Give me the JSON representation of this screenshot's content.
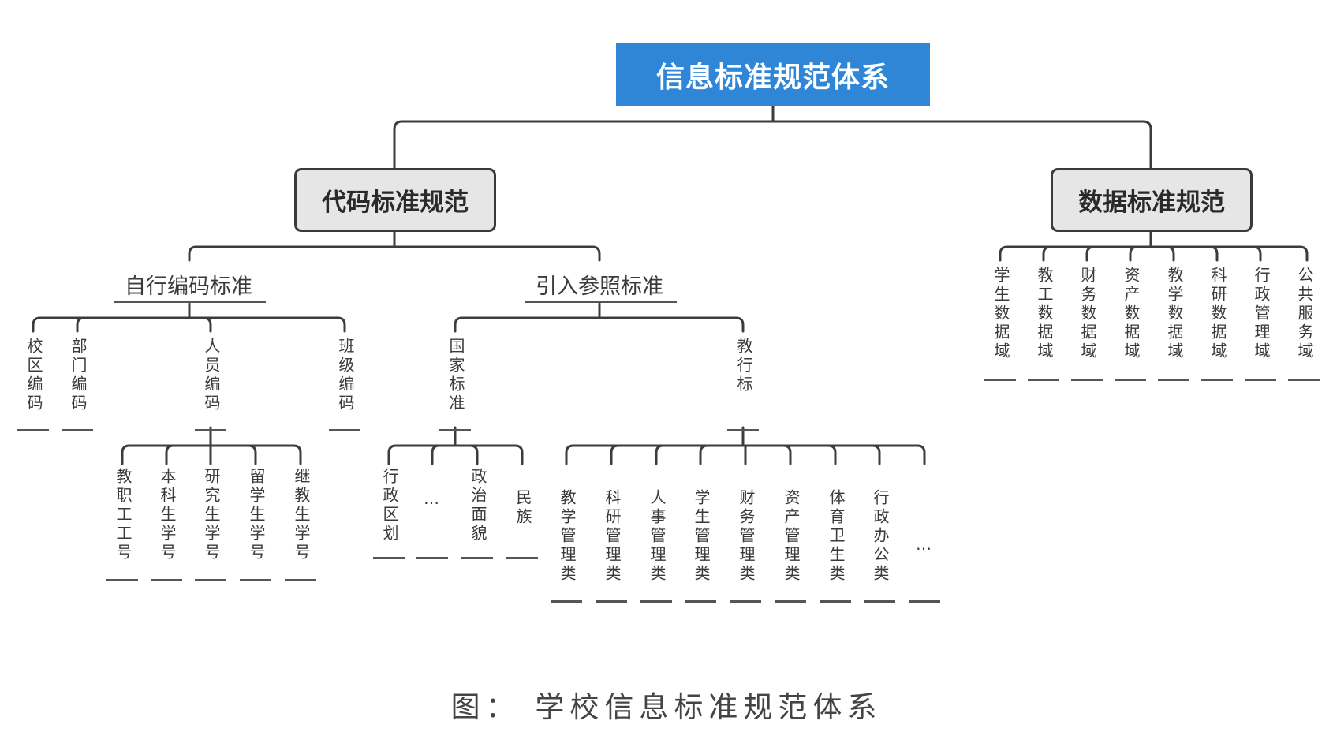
{
  "root": "信息标准规范体系",
  "branch_code": "代码标准规范",
  "branch_data": "数据标准规范",
  "self_std": "自行编码标准",
  "ref_std": "引入参照标准",
  "leaf_xiaoqu": "校区编码",
  "leaf_bumen": "部门编码",
  "leaf_renyuan": "人员编码",
  "leaf_banji": "班级编码",
  "ry_jiaozhi": "教职工工号",
  "ry_benke": "本科生学号",
  "ry_yanjiu": "研究生学号",
  "ry_liuxue": "留学生学号",
  "ry_jijiao": "继教生学号",
  "leaf_guojia": "国家标准",
  "leaf_jiaohang": "教行标",
  "gj_xingzheng": "行政区划",
  "gj_ellipsis": "…",
  "gj_zhengzhi": "政治面貌",
  "gj_minzu": "民族",
  "jh_jiaoxue": "教学管理类",
  "jh_keyan": "科研管理类",
  "jh_renshi": "人事管理类",
  "jh_xuesheng": "学生管理类",
  "jh_caiwu": "财务管理类",
  "jh_zichan": "资产管理类",
  "jh_tiyu": "体育卫生类",
  "jh_xingzheng": "行政办公类",
  "jh_ellipsis": "…",
  "d_xuesheng": "学生数据域",
  "d_jiaogong": "教工数据域",
  "d_caiwu": "财务数据域",
  "d_zichan": "资产数据域",
  "d_jiaoxue": "教学数据域",
  "d_keyan": "科研数据域",
  "d_xingzheng": "行政管理域",
  "d_gonggong": "公共服务域",
  "caption": "图： 学校信息标准规范体系"
}
